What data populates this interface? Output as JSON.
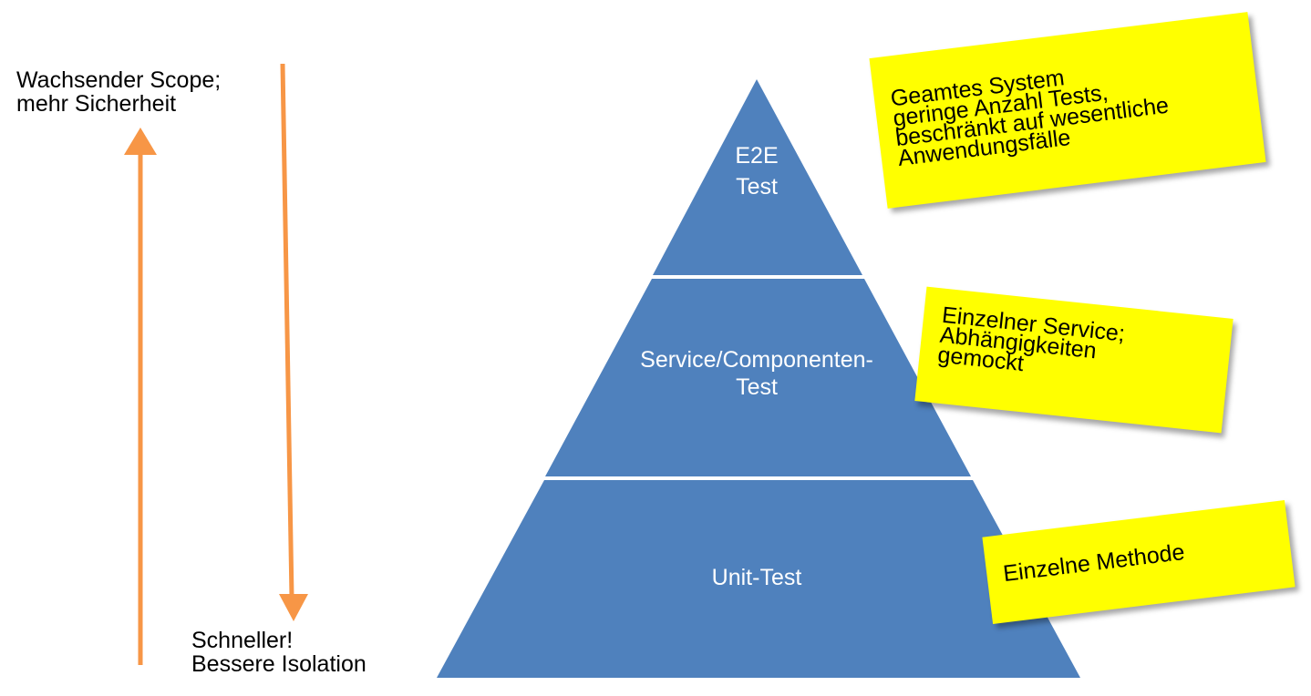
{
  "left_annotations": {
    "up_text": [
      "Wachsender Scope;",
      "mehr Sicherheit"
    ],
    "down_text": [
      "Schneller!",
      "Bessere Isolation"
    ]
  },
  "pyramid": {
    "levels": [
      {
        "label_lines": [
          "E2E",
          "Test"
        ]
      },
      {
        "label_lines": [
          "Service/Componenten-",
          "Test"
        ]
      },
      {
        "label_lines": [
          "Unit-Test"
        ]
      }
    ]
  },
  "notes": [
    {
      "lines": [
        "Geamtes System",
        "geringe Anzahl Tests,",
        "beschränkt auf wesentliche",
        "Anwendungsfälle"
      ]
    },
    {
      "lines": [
        "Einzelner Service;",
        "Abhängigkeiten",
        "gemockt"
      ]
    },
    {
      "lines": [
        "Einzelne Methode"
      ]
    }
  ],
  "colors": {
    "arrow": "#f79646",
    "pyramid": "#4f81bd",
    "note": "#ffff00"
  }
}
